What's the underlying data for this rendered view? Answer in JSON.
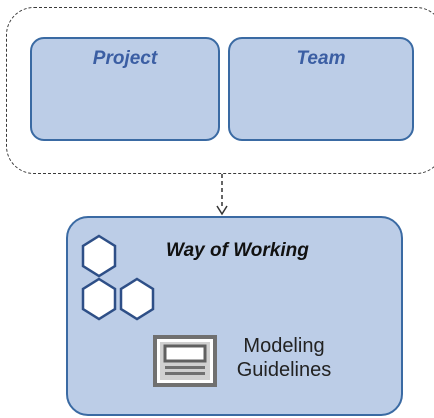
{
  "nodes": {
    "project": {
      "label": "Project"
    },
    "team": {
      "label": "Team"
    },
    "way_of_working": {
      "label": "Way of Working",
      "item": {
        "label_line1": "Modeling",
        "label_line2": "Guidelines",
        "icon": "document-icon"
      }
    }
  },
  "edges": [
    {
      "from": "project-team-group",
      "to": "way_of_working",
      "style": "dashed-arrow"
    }
  ],
  "colors": {
    "box_fill": "#bccde7",
    "box_border": "#3a6aa3",
    "title_blue": "#3b5ea3",
    "hex_fill": "#ffffff",
    "hex_stroke": "#2e4f87"
  }
}
